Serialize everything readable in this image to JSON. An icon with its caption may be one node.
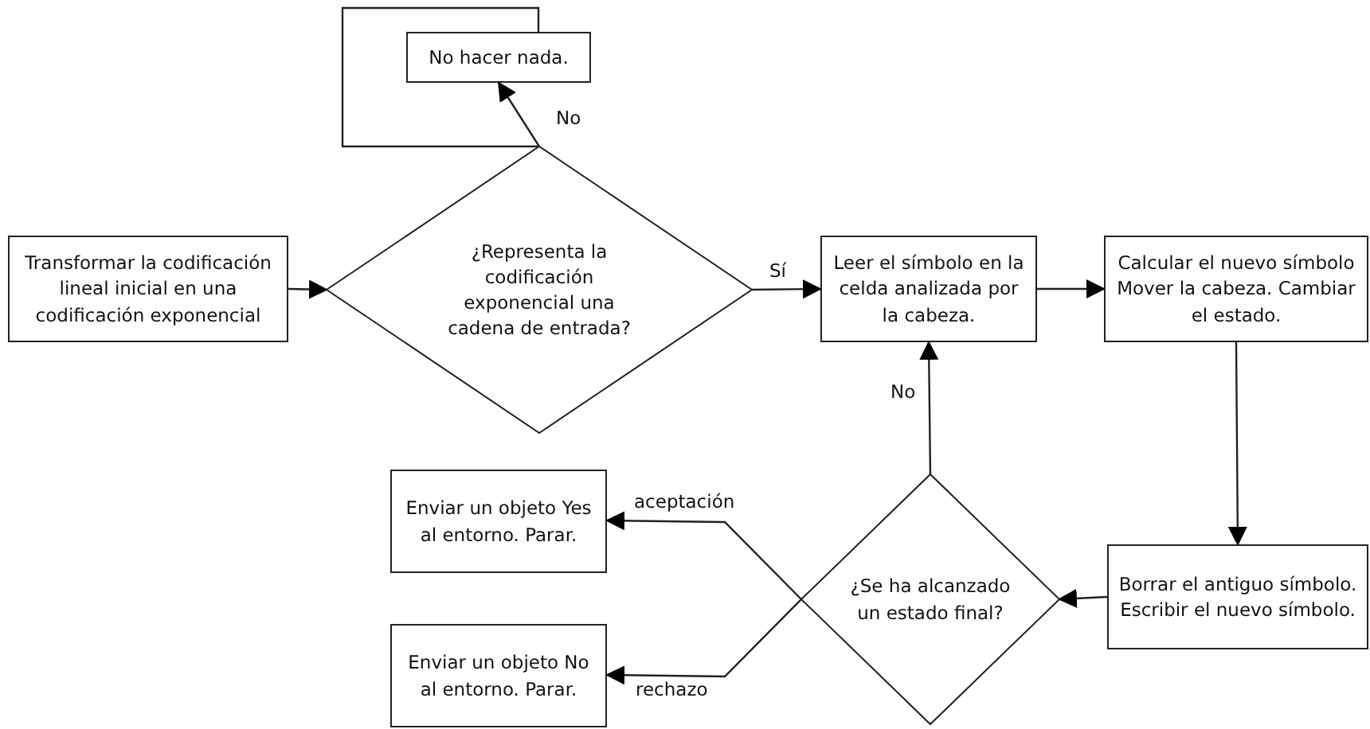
{
  "diagram": {
    "nodes": [
      {
        "text": [
          "Transformar la codificación lineal inicial en una codificación exponencial"
        ]
      },
      {
        "text": [
          "No hacer nada."
        ]
      },
      {
        "text": [
          "¿Representa la codificación exponencial una cadena de entrada?"
        ]
      },
      {
        "text": [
          "Leer el símbolo en la celda analizada por la cabeza."
        ]
      },
      {
        "text": [
          "Calcular el nuevo símbolo Mover la cabeza. Cambiar el estado."
        ]
      },
      {
        "text": [
          "¿Se ha alcanzado un estado final?"
        ]
      },
      {
        "text": [
          "Borrar el antiguo símbolo. Escribir el nuevo símbolo."
        ]
      },
      {
        "text": [
          "Enviar un objeto Yes al entorno. Parar."
        ]
      },
      {
        "text": [
          "Enviar un objeto No al entorno. Parar."
        ]
      }
    ],
    "edges": [
      {
        "from": 0,
        "to": 2,
        "arrow": "to"
      },
      {
        "from": 2,
        "to": 1,
        "arrow": "to",
        "label": "No"
      },
      {
        "from": 1,
        "to": 2,
        "arrow": "none"
      },
      {
        "from": 2,
        "to": 3,
        "arrow": "to",
        "label": "Sí"
      },
      {
        "from": 3,
        "to": 4,
        "arrow": "to"
      },
      {
        "from": 4,
        "to": 6,
        "arrow": "to"
      },
      {
        "from": 6,
        "to": 5,
        "arrow": "to"
      },
      {
        "from": 5,
        "to": 3,
        "arrow": "to",
        "label": "No"
      },
      {
        "from": 5,
        "to": 7,
        "arrow": "to",
        "label": "aceptación"
      },
      {
        "from": 5,
        "to": 8,
        "arrow": "to",
        "label": "rechazo"
      }
    ]
  }
}
